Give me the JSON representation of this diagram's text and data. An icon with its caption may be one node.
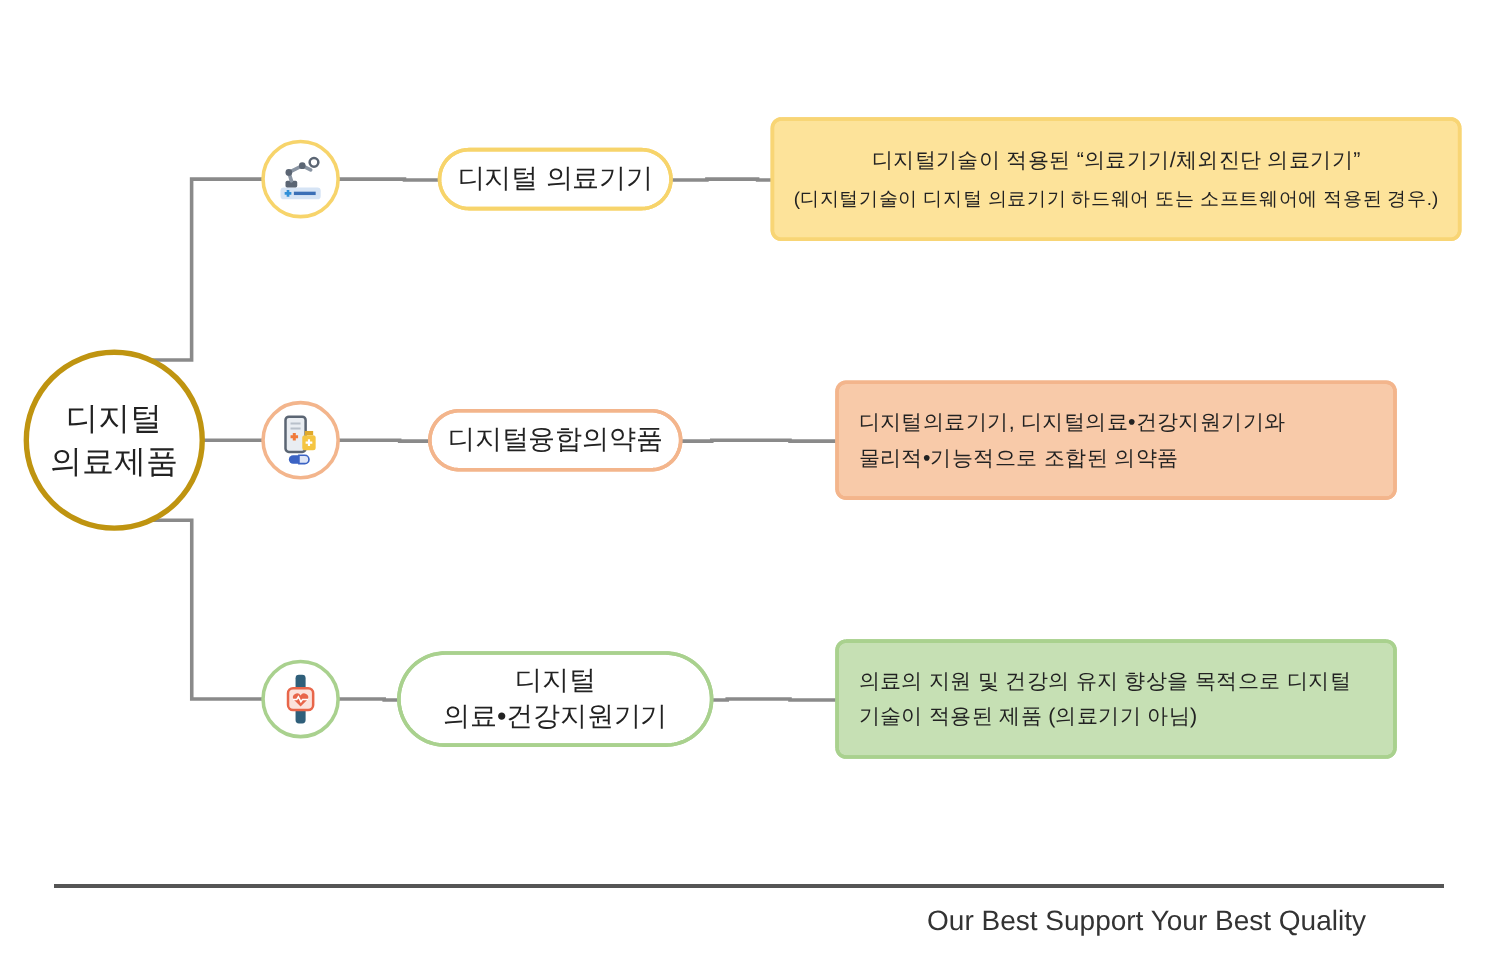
{
  "diagram": {
    "nodes": [
      {
        "text": [
          "디지털 의료제품"
        ]
      },
      {
        "text": [],
        "shape": "circle"
      },
      {
        "text": [
          "디지털 의료기기"
        ]
      },
      {
        "text": [
          "디지털기술이 적용된 “의료기기/체외진단 의료기기”",
          "(디지털기술이 디지털 의료기기 하드웨어 또는 소프트웨어에 적용된 경우.)"
        ]
      },
      {
        "text": [],
        "shape": "circle"
      },
      {
        "text": [
          "디지털융합의약품"
        ]
      },
      {
        "text": [
          "디지털의료기기, 디지털의료•건강지원기기와 물리적•기능적으로 조합된 의약품"
        ]
      },
      {
        "text": [],
        "shape": "circle"
      },
      {
        "text": [
          "디지털 의료•건강지원기기"
        ]
      },
      {
        "text": [
          "의료의 지원 및 건강의 유지 향상을 목적으로 디지털 기술이 적용된 제품 (의료기기 아님)"
        ]
      }
    ],
    "edges": [
      {
        "from": 0,
        "to": 1,
        "arrow": "none"
      },
      {
        "from": 1,
        "to": 2,
        "arrow": "none"
      },
      {
        "from": 2,
        "to": 3,
        "arrow": "none"
      },
      {
        "from": 0,
        "to": 4,
        "arrow": "none"
      },
      {
        "from": 4,
        "to": 5,
        "arrow": "none"
      },
      {
        "from": 5,
        "to": 6,
        "arrow": "none"
      },
      {
        "from": 0,
        "to": 7,
        "arrow": "none"
      },
      {
        "from": 7,
        "to": 8,
        "arrow": "none"
      },
      {
        "from": 8,
        "to": 9,
        "arrow": "none"
      }
    ],
    "labels": [
      "Our Best Support Your Best Quality"
    ]
  }
}
